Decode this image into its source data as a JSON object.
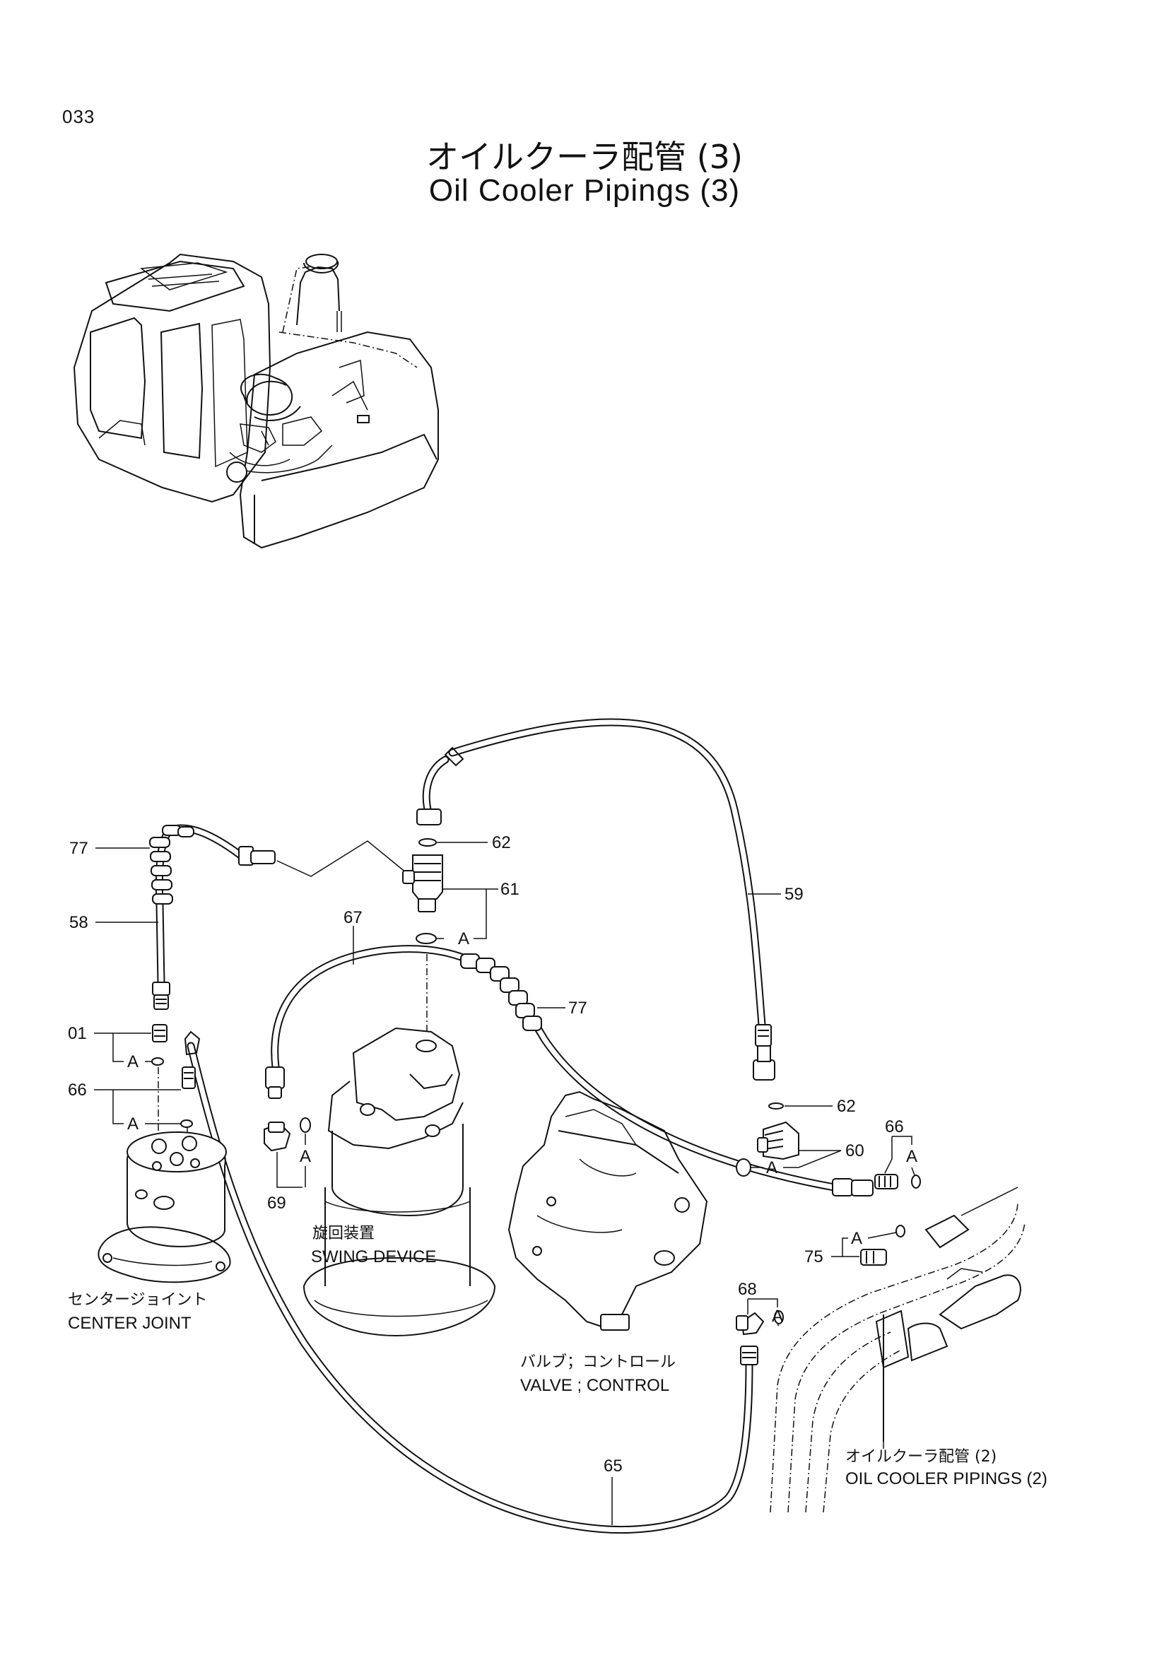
{
  "page_number": "033",
  "title": {
    "japanese": "オイルクーラ配管 (3)",
    "english": "Oil Cooler Pipings (3)"
  },
  "callouts": [
    {
      "id": "77a",
      "label": "77"
    },
    {
      "id": "58",
      "label": "58"
    },
    {
      "id": "01",
      "label": "01"
    },
    {
      "id": "66a",
      "label": "66"
    },
    {
      "id": "62a",
      "label": "62"
    },
    {
      "id": "61",
      "label": "61"
    },
    {
      "id": "59",
      "label": "59"
    },
    {
      "id": "67",
      "label": "67"
    },
    {
      "id": "77b",
      "label": "77"
    },
    {
      "id": "62b",
      "label": "62"
    },
    {
      "id": "60",
      "label": "60"
    },
    {
      "id": "66b",
      "label": "66"
    },
    {
      "id": "69",
      "label": "69"
    },
    {
      "id": "75",
      "label": "75"
    },
    {
      "id": "68",
      "label": "68"
    },
    {
      "id": "65",
      "label": "65"
    }
  ],
  "detail_letter": "A",
  "component_labels": {
    "swing_device_jp": "旋回装置",
    "swing_device_en": "SWING DEVICE",
    "center_joint_jp": "センタージョイント",
    "center_joint_en": "CENTER JOINT",
    "valve_jp": "バルブ；コントロール",
    "valve_en": "VALVE ; CONTROL",
    "ref_jp": "オイルクーラ配管 (2)",
    "ref_en": "OIL COOLER PIPINGS (2)"
  }
}
